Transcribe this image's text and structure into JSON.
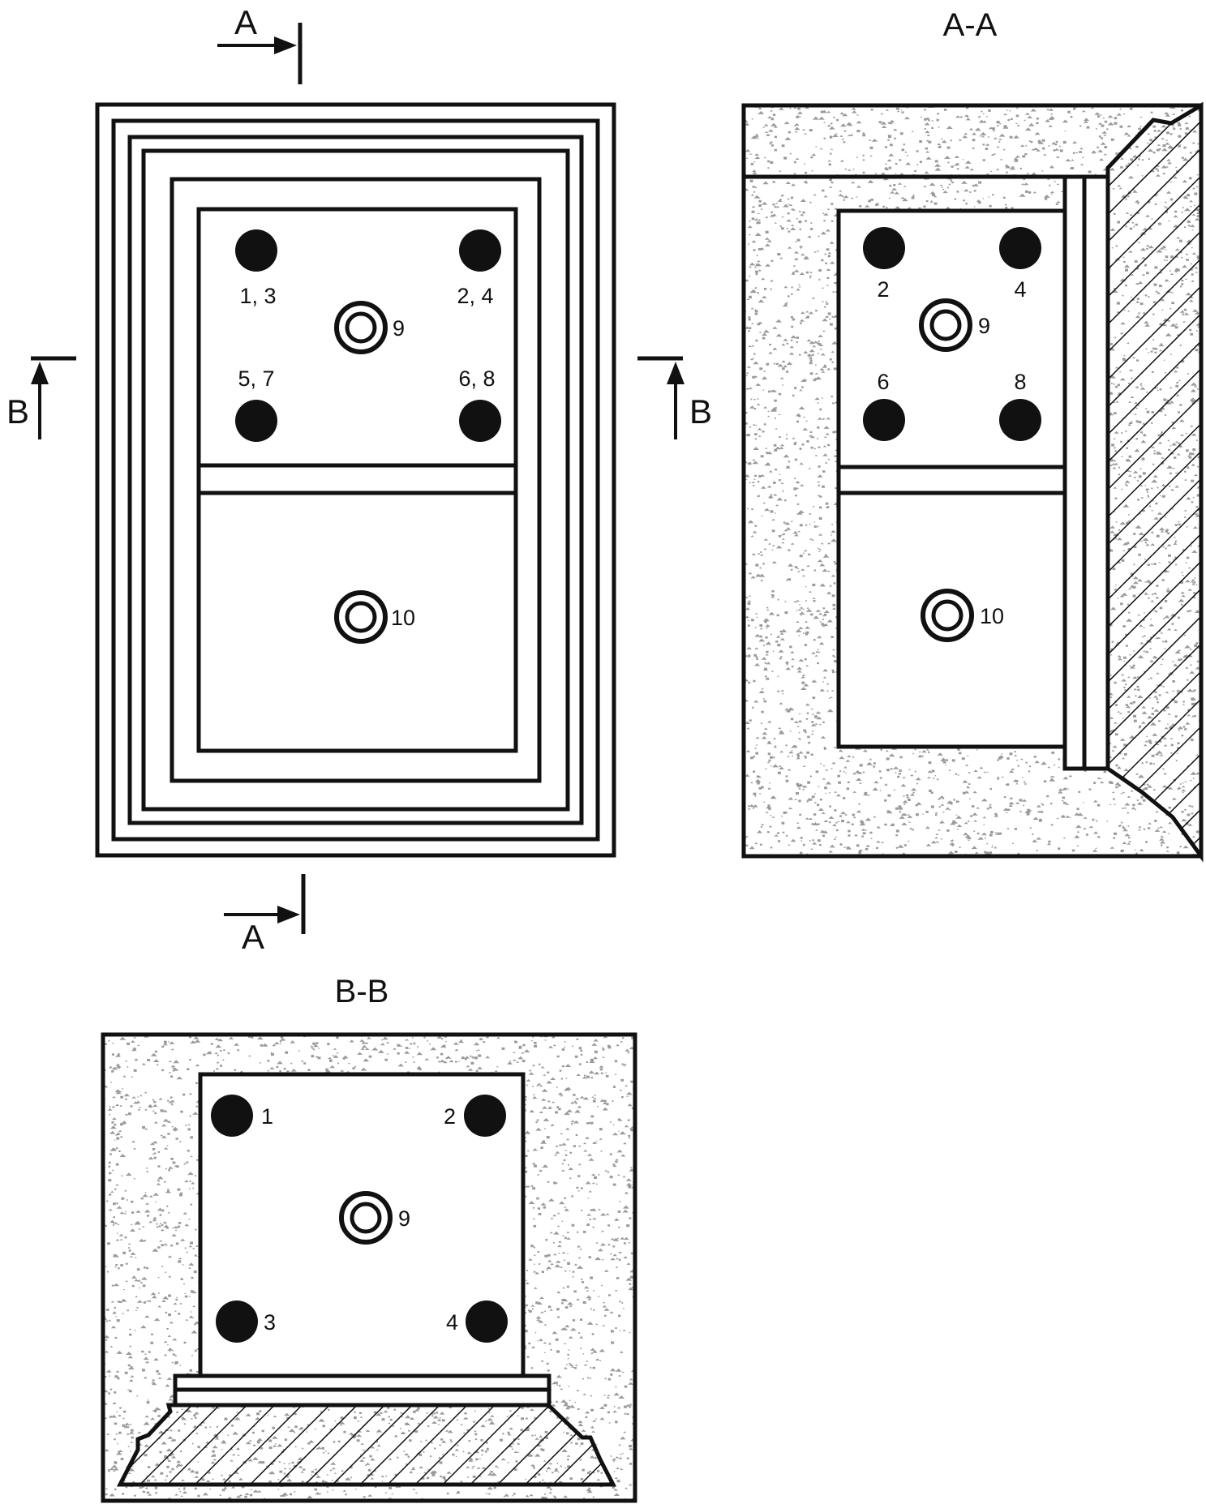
{
  "colors": {
    "ink": "#111111",
    "speckle": "#9a9a9a",
    "paper": "#ffffff"
  },
  "plan_view": {
    "section_a_letter": "A",
    "section_b_letter": "B",
    "points_upper": [
      "1, 3",
      "2, 4",
      "5, 7",
      "6, 8"
    ],
    "center_upper": "9",
    "center_lower": "10"
  },
  "section_aa": {
    "title": "A-A",
    "points": [
      "2",
      "4",
      "6",
      "8"
    ],
    "center_upper": "9",
    "center_lower": "10"
  },
  "section_bb": {
    "title": "B-B",
    "points": [
      "1",
      "2",
      "3",
      "4"
    ],
    "center": "9"
  }
}
